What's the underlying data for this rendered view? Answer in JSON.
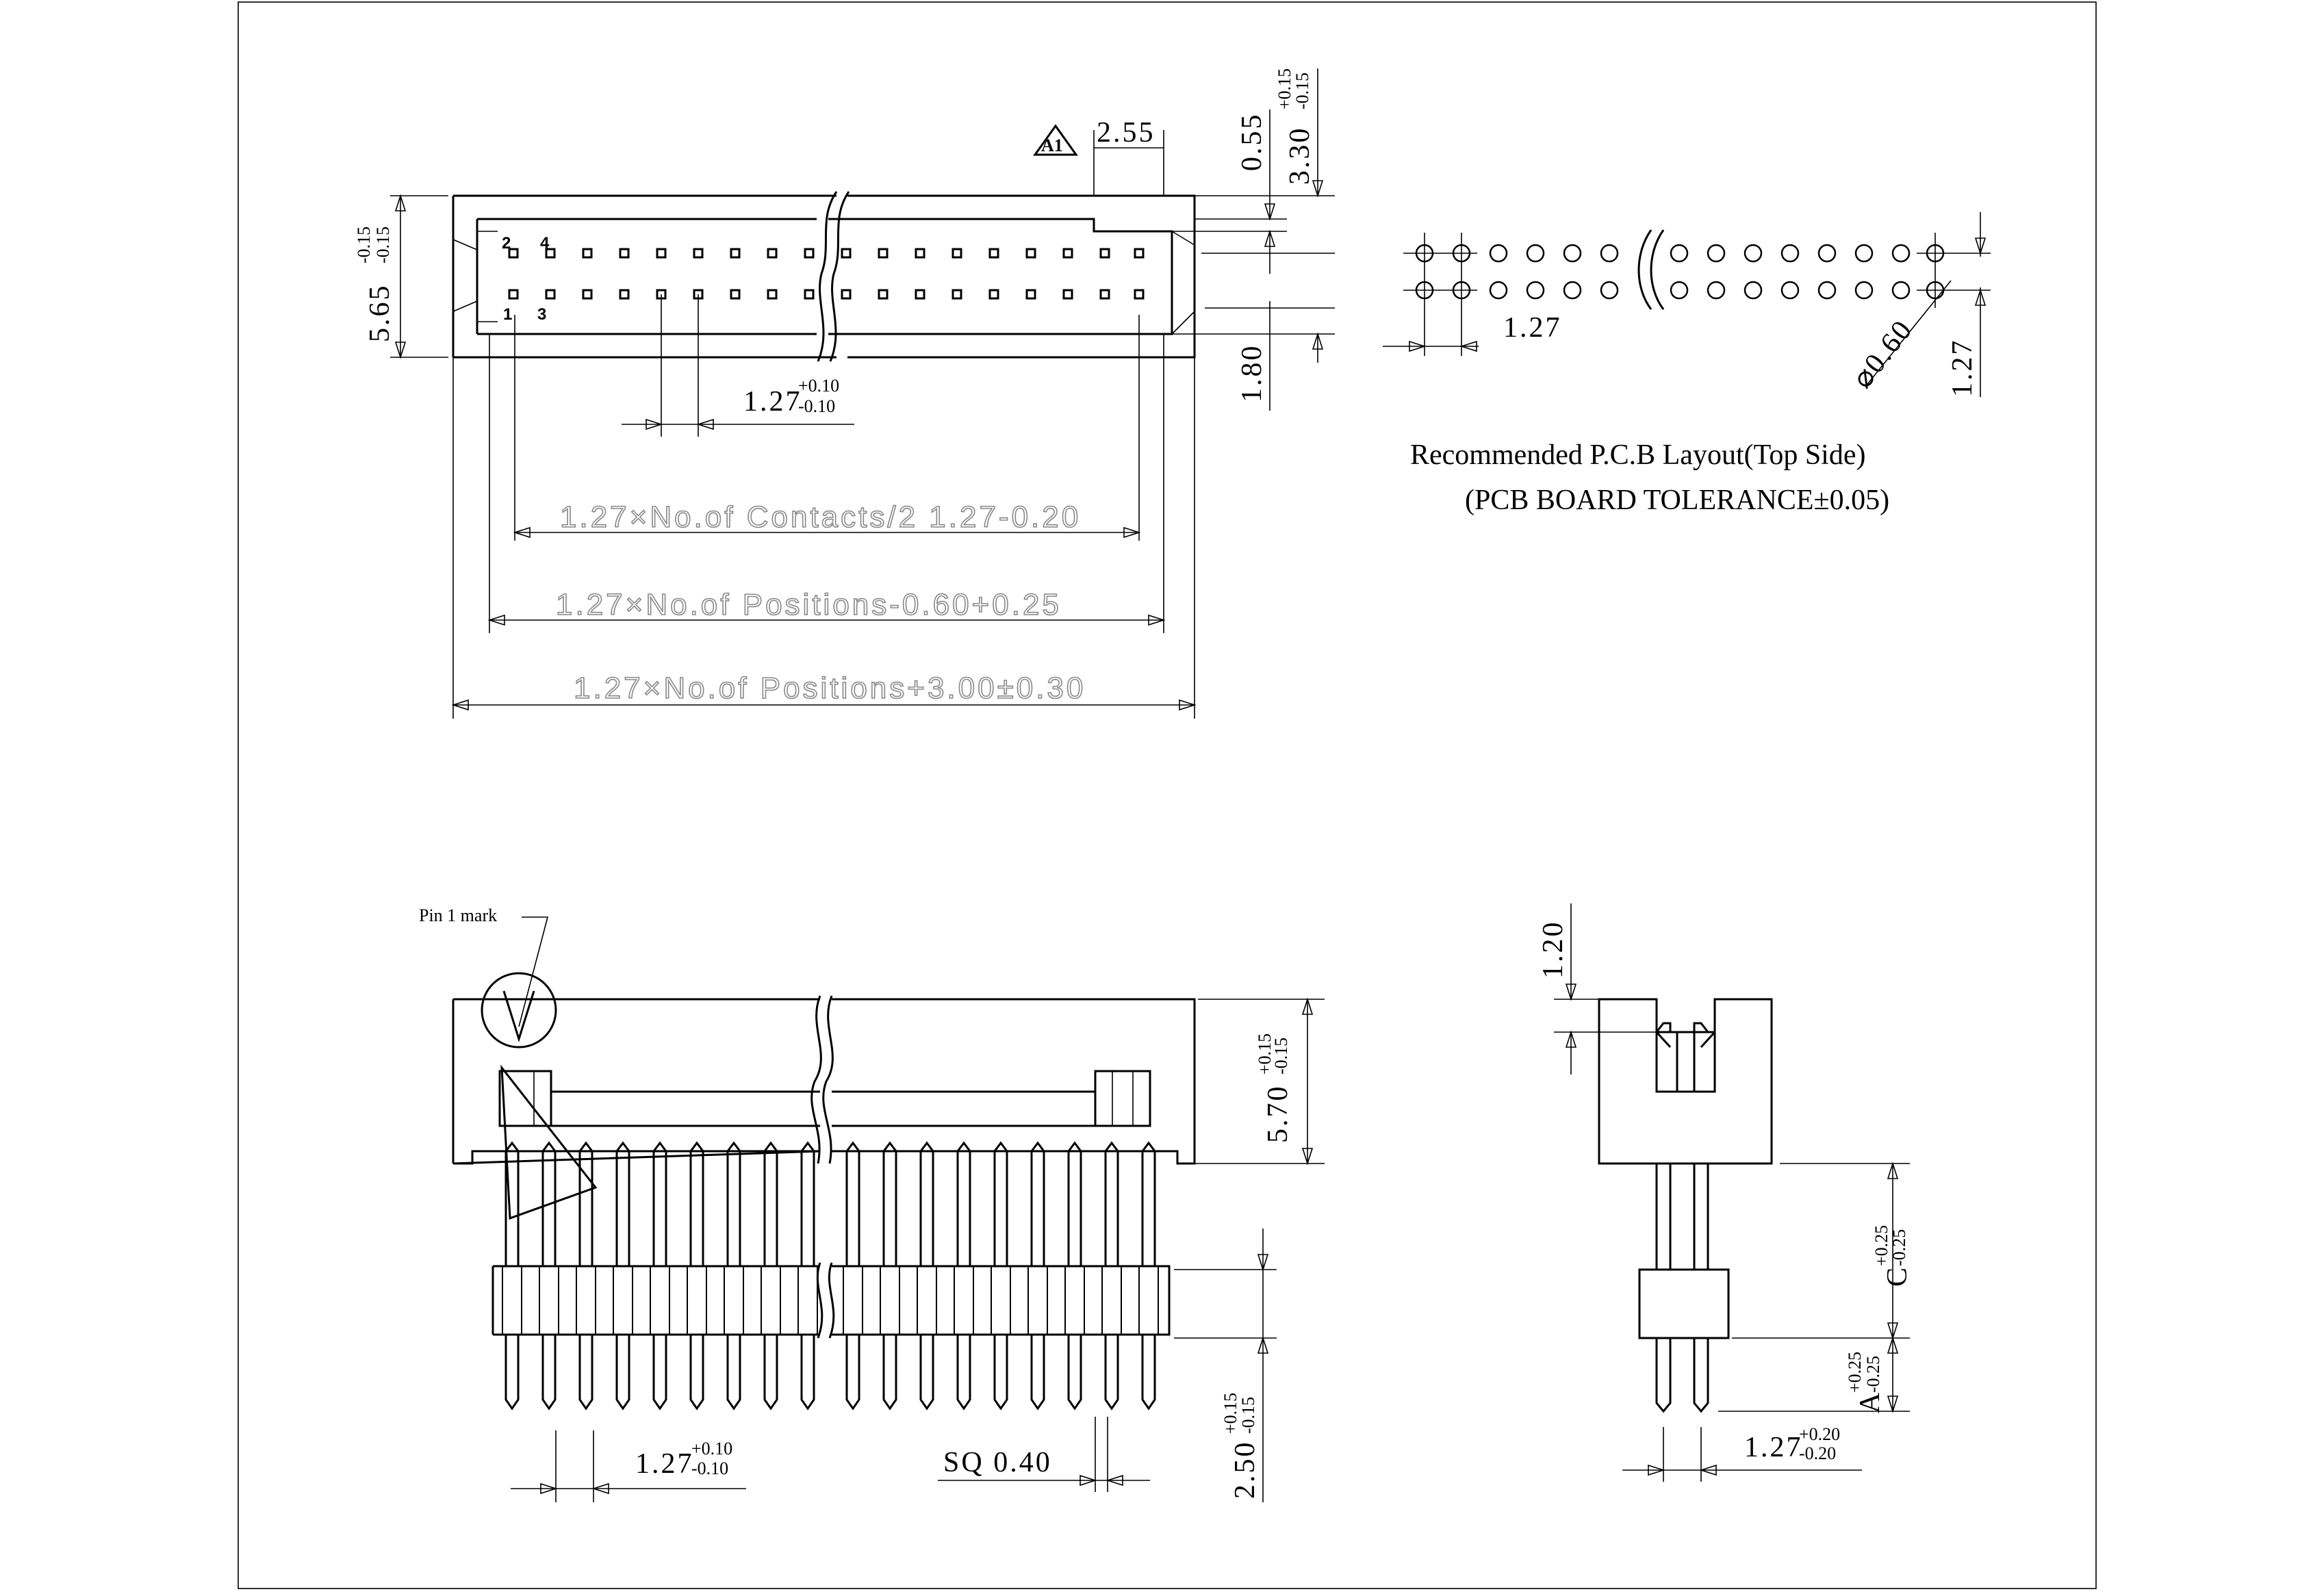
{
  "dims": {
    "top_width_tol": "5.65",
    "top_width_sup": "-0.15",
    "top_width_sub": "-0.15",
    "pitch_top": "1.27",
    "pitch_top_sup": "+0.10",
    "pitch_top_sub": "-0.10",
    "slot": "2.55",
    "wall": "0.55",
    "depth": "3.30",
    "depth_sup": "+0.15",
    "depth_sub": "-0.15",
    "row_spacing": "1.80",
    "pcb_pitch_x": "1.27",
    "pcb_pitch_y": "1.27",
    "pcb_hole": "⌀0.60",
    "height": "5.70",
    "height_sup": "+0.15",
    "height_sub": "-0.15",
    "pin_len": "2.50",
    "pin_len_sup": "+0.15",
    "pin_len_sub": "-0.15",
    "pitch_front": "1.27",
    "pitch_front_sup": "+0.10",
    "pitch_front_sub": "-0.10",
    "sq": "SQ 0.40",
    "side_top": "1.20",
    "side_c": "C",
    "side_c_sup": "+0.25",
    "side_c_sub": "-0.25",
    "side_a": "A",
    "side_a_sup": "+0.25",
    "side_a_sub": "-0.25",
    "pitch_side": "1.27",
    "pitch_side_sup": "+0.20",
    "pitch_side_sub": "-0.20",
    "formula_contacts": "1.27×No.of Contacts/2 1.27-0.20",
    "formula_inner": "1.27×No.of Positions-0.60+0.25",
    "formula_outer": "1.27×No.of Positions+3.00±0.30"
  },
  "labels": {
    "revision": "A1",
    "pin1_mark": "Pin 1 mark",
    "pcb_title": "Recommended P.C.B Layout(Top Side)",
    "pcb_tolerance": "(PCB BOARD TOLERANCE±0.05)",
    "pin_2": "2",
    "pin_4": "4",
    "pin_1": "1",
    "pin_3": "3"
  }
}
